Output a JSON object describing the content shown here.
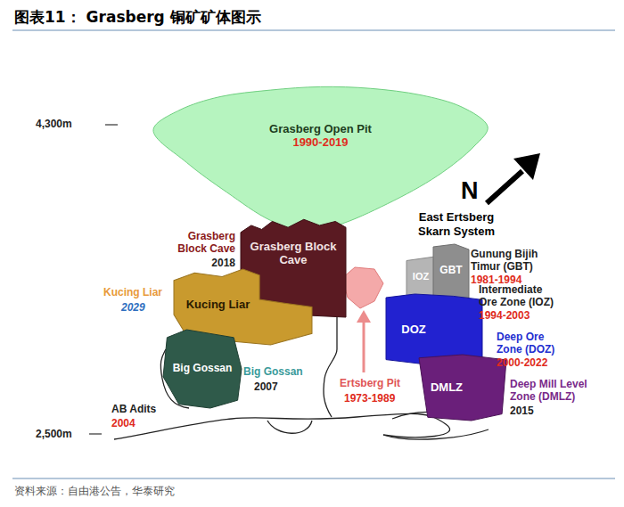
{
  "diagram": {
    "title": "图表11： Grasberg 铜矿矿体图示",
    "caption": "资料来源：自由港公告，华泰研究",
    "nodes": [
      {
        "text": [
          "Grasberg Open Pit",
          "1990-2019"
        ]
      },
      {
        "text": [
          "Grasberg Block Cave"
        ]
      },
      {
        "text": [
          "Kucing Liar"
        ]
      },
      {
        "text": [
          "Big Gossan"
        ]
      },
      {
        "text": [
          "IOZ"
        ]
      },
      {
        "text": [
          "GBT"
        ]
      },
      {
        "text": [
          "DOZ"
        ]
      },
      {
        "text": [
          "DMLZ"
        ]
      }
    ],
    "labels": [
      "4,300m",
      "2,500m",
      "N",
      "East Ertsberg Skarn System",
      "Gunung Bijih Timur (GBT)",
      "1981-1994",
      "Intermediate Ore Zone (IOZ)",
      "1994-2003",
      "Deep Ore Zone (DOZ)",
      "2000-2022",
      "Deep Mill Level Zone (DMLZ)",
      "2015",
      "Grasberg Block Cave",
      "2018",
      "Kucing Liar",
      "2029",
      "Big Gossan",
      "2007",
      "Ertsberg Pit",
      "1973-1989",
      "AB Adits",
      "2004"
    ]
  }
}
